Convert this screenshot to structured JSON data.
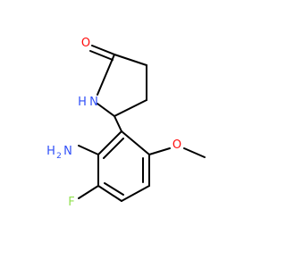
{
  "molecule": {
    "atom_labels": {
      "oxygen_carbonyl": "O",
      "nitrogen_lactam": "N",
      "nitrogen_lactam_h": "H",
      "amine_h": "H",
      "amine_h_count": "2",
      "amine_n": "N",
      "fluorine": "F",
      "oxygen_methoxy": "O"
    },
    "colors": {
      "bond": "#000000",
      "oxygen": "#FF0D0D",
      "nitrogen": "#3050F8",
      "fluorine": "#90E050"
    }
  }
}
